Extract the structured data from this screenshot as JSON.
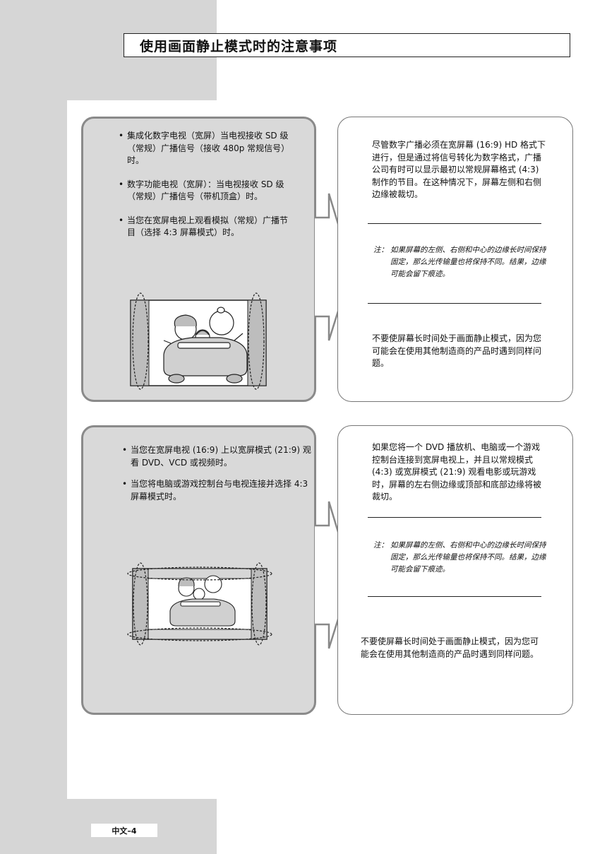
{
  "page": {
    "title": "使用画面静止模式时的注意事项",
    "page_number": "中文–4"
  },
  "section1": {
    "bullets": [
      "集成化数字电视（宽屏）当电视接收 SD 级（常规）广播信号（接收 480p 常规信号）时。",
      "数字功能电视（宽屏）：当电视接收 SD 级（常规）广播信号（带机顶盒）时。",
      "当您在宽屏电视上观看模拟（常规）广播节目（选择 4:3 屏幕模式）时。"
    ],
    "explanation": "尽管数字广播必须在宽屏幕 (16:9) HD 格式下进行，但是通过将信号转化为数字格式，广播公司有时可以显示最初以常规屏幕格式 (4:3) 制作的节目。在这种情况下，屏幕左侧和右侧边缘被裁切。",
    "note_label": "注：",
    "note_text": "如果屏幕的左侧、右侧和中心的边缘长时间保持固定，那么光传输量也将保持不同。结果，边缘可能会留下痕迹。",
    "warning": "不要使屏幕长时间处于画面静止模式，因为您可能会在使用其他制造商的产品时遇到同样问题。",
    "illustration_icon": "widescreen-side-bars-illustration"
  },
  "section2": {
    "bullets": [
      "当您在宽屏电视 (16:9) 上以宽屏模式 (21:9) 观看 DVD、VCD 或视频时。",
      "当您将电脑或游戏控制台与电视连接并选择 4:3 屏幕模式时。"
    ],
    "explanation": "如果您将一个 DVD 播放机、电脑或一个游戏控制台连接到宽屏电视上，并且以常规模式 (4:3) 或宽屏模式 (21:9) 观看电影或玩游戏时，屏幕的左右侧边缘或顶部和底部边缘将被裁切。",
    "note_label": "注：",
    "note_text": "如果屏幕的左侧、右侧和中心的边缘长时间保持固定，那么光传输量也将保持不同。结果，边缘可能会留下痕迹。",
    "warning": "不要使屏幕长时间处于画面静止模式，因为您可能会在使用其他制造商的产品时遇到同样问题。",
    "illustration_icon": "letterbox-pillarbox-illustration"
  },
  "colors": {
    "background_grey": "#d6d6d6",
    "panel_fill": "#d9d9d9",
    "panel_border": "#8a8a8a"
  }
}
